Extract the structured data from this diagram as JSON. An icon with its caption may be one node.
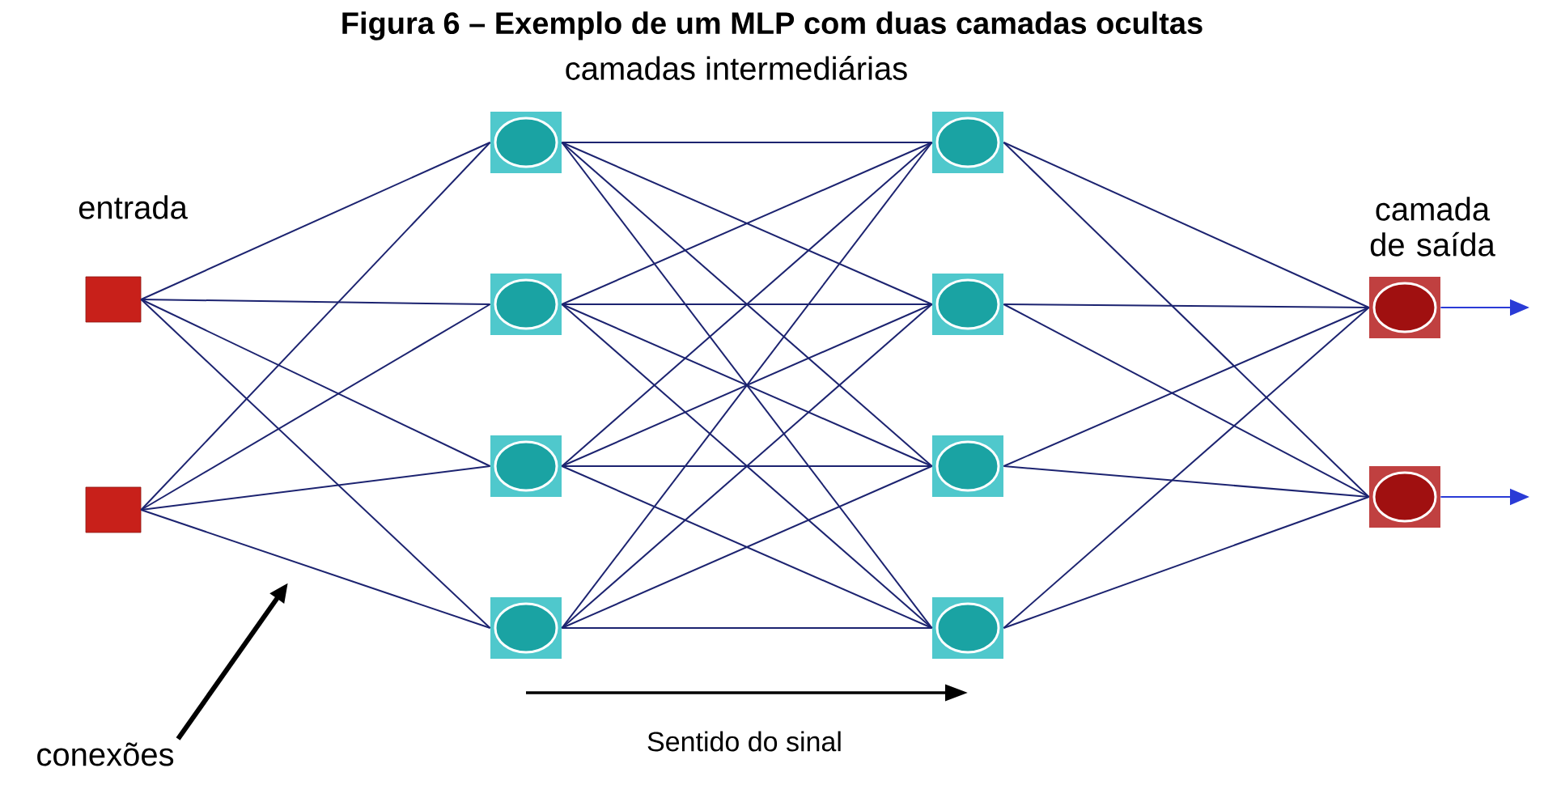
{
  "diagram": {
    "title": "Figura 6 – Exemplo de um MLP com duas camadas ocultas",
    "nodes": [
      {
        "text": [],
        "shape": "box"
      },
      {
        "text": [],
        "shape": "box"
      },
      {
        "text": [],
        "shape": "box"
      },
      {
        "text": [],
        "shape": "box"
      },
      {
        "text": [],
        "shape": "box"
      },
      {
        "text": [],
        "shape": "box"
      },
      {
        "text": [],
        "shape": "box"
      },
      {
        "text": [],
        "shape": "box"
      },
      {
        "text": [],
        "shape": "box"
      },
      {
        "text": [],
        "shape": "box"
      },
      {
        "text": [],
        "shape": "box"
      },
      {
        "text": [],
        "shape": "box"
      },
      {
        "text": [
          "conexões"
        ]
      }
    ],
    "edges": [
      {
        "from": 0,
        "to": 2,
        "arrow": "none"
      },
      {
        "from": 0,
        "to": 3,
        "arrow": "none"
      },
      {
        "from": 0,
        "to": 4,
        "arrow": "none"
      },
      {
        "from": 0,
        "to": 5,
        "arrow": "none"
      },
      {
        "from": 1,
        "to": 2,
        "arrow": "none"
      },
      {
        "from": 1,
        "to": 3,
        "arrow": "none"
      },
      {
        "from": 1,
        "to": 4,
        "arrow": "none"
      },
      {
        "from": 1,
        "to": 5,
        "arrow": "none"
      },
      {
        "from": 2,
        "to": 6,
        "arrow": "none"
      },
      {
        "from": 2,
        "to": 7,
        "arrow": "none"
      },
      {
        "from": 2,
        "to": 8,
        "arrow": "none"
      },
      {
        "from": 2,
        "to": 9,
        "arrow": "none"
      },
      {
        "from": 3,
        "to": 6,
        "arrow": "none"
      },
      {
        "from": 3,
        "to": 7,
        "arrow": "none"
      },
      {
        "from": 3,
        "to": 8,
        "arrow": "none"
      },
      {
        "from": 3,
        "to": 9,
        "arrow": "none"
      },
      {
        "from": 4,
        "to": 6,
        "arrow": "none"
      },
      {
        "from": 4,
        "to": 7,
        "arrow": "none"
      },
      {
        "from": 4,
        "to": 8,
        "arrow": "none"
      },
      {
        "from": 4,
        "to": 9,
        "arrow": "none"
      },
      {
        "from": 5,
        "to": 6,
        "arrow": "none"
      },
      {
        "from": 5,
        "to": 7,
        "arrow": "none"
      },
      {
        "from": 5,
        "to": 8,
        "arrow": "none"
      },
      {
        "from": 5,
        "to": 9,
        "arrow": "none"
      },
      {
        "from": 6,
        "to": 10,
        "arrow": "none"
      },
      {
        "from": 6,
        "to": 11,
        "arrow": "none"
      },
      {
        "from": 7,
        "to": 10,
        "arrow": "none"
      },
      {
        "from": 7,
        "to": 11,
        "arrow": "none"
      },
      {
        "from": 8,
        "to": 10,
        "arrow": "none"
      },
      {
        "from": 8,
        "to": 11,
        "arrow": "none"
      },
      {
        "from": 9,
        "to": 10,
        "arrow": "none"
      },
      {
        "from": 9,
        "to": 11,
        "arrow": "none"
      },
      {
        "from": 10,
        "to": null,
        "arrow": "to",
        "color": "#2a3bd6"
      },
      {
        "from": 11,
        "to": null,
        "arrow": "to",
        "color": "#2a3bd6"
      },
      {
        "from": 12,
        "to": null,
        "arrow": "to",
        "style": "thick",
        "color": "#000000"
      }
    ],
    "labels": [
      "camadas intermediárias",
      "entrada",
      "camada de saída",
      "Sentido do sinal"
    ]
  }
}
